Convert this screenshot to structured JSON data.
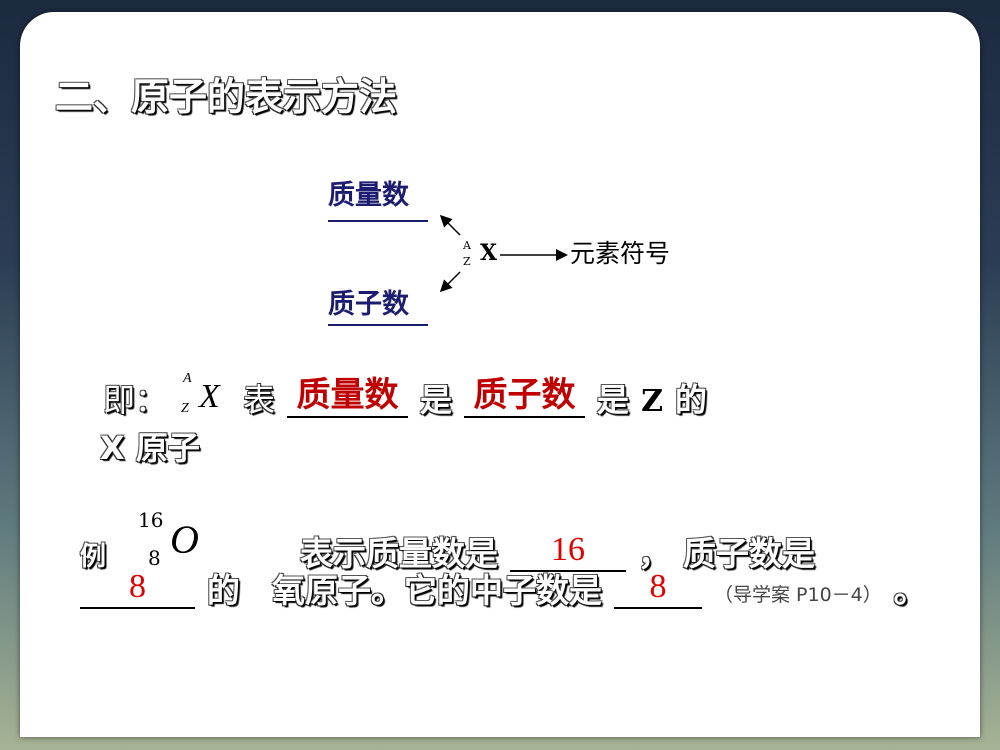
{
  "title": "二、原子的表示方法",
  "diagram": {
    "mass_number": "质量数",
    "proton_number": "质子数",
    "symbol_A": "A",
    "symbol_Z": "Z",
    "symbol_X": "X",
    "element_symbol": "元素符号"
  },
  "line1": {
    "prefix": "即：",
    "A": "A",
    "Z": "Z",
    "X": "X",
    "represents": "表",
    "answer1": "质量数",
    "is1": "是",
    "answer2": "质子数",
    "is2": "是",
    "z": "Z",
    "of": "的",
    "x_atom": "X 原子"
  },
  "example": {
    "label": "例",
    "mass": "16",
    "proton": "8",
    "element": "O",
    "text1": "表示质量数是",
    "comma": "，",
    "text2": "质子数是",
    "of": "的",
    "text3": "氧原子。它的中子数是",
    "reference": "（导学案 P10－4）",
    "period": "。",
    "answer_mass": "16",
    "answer_proton": "8",
    "answer_neutron": "8"
  },
  "colors": {
    "answer": "#c00000",
    "diagram": "#1c1c70"
  }
}
